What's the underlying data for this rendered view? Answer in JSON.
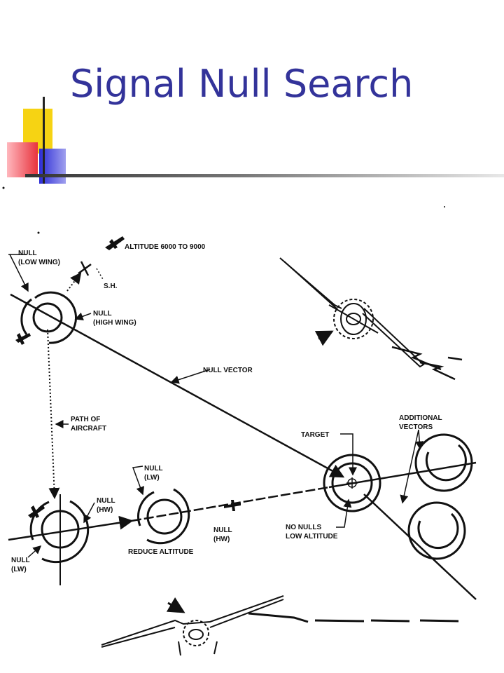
{
  "title": "Signal Null Search",
  "colors": {
    "title": "#33339a",
    "accent_yellow": "#f6d313",
    "accent_red": "#e8333d",
    "accent_blue": "#2b2bd6"
  },
  "diagram": {
    "altitude": "ALTITUDE 6000 TO 9000",
    "null_low_wing_1": "NULL",
    "null_low_wing_2": "(LOW WING)",
    "sh": "S.H.",
    "null_high_wing_1": "NULL",
    "null_high_wing_2": "(HIGH WING)",
    "null_vector": "NULL VECTOR",
    "path_1": "PATH OF",
    "path_2": "AIRCRAFT",
    "additional_1": "ADDITIONAL",
    "additional_2": "VECTORS",
    "target": "TARGET",
    "null_lw_top_1": "NULL",
    "null_lw_top_2": "(LW)",
    "null_hw_left_1": "NULL",
    "null_hw_left_2": "(HW)",
    "null_hw_mid_1": "NULL",
    "null_hw_mid_2": "(HW)",
    "reduce_altitude": "REDUCE ALTITUDE",
    "no_nulls_1": "NO NULLS",
    "no_nulls_2": "LOW ALTITUDE",
    "null_lw_bottom_1": "NULL",
    "null_lw_bottom_2": "(LW)"
  }
}
